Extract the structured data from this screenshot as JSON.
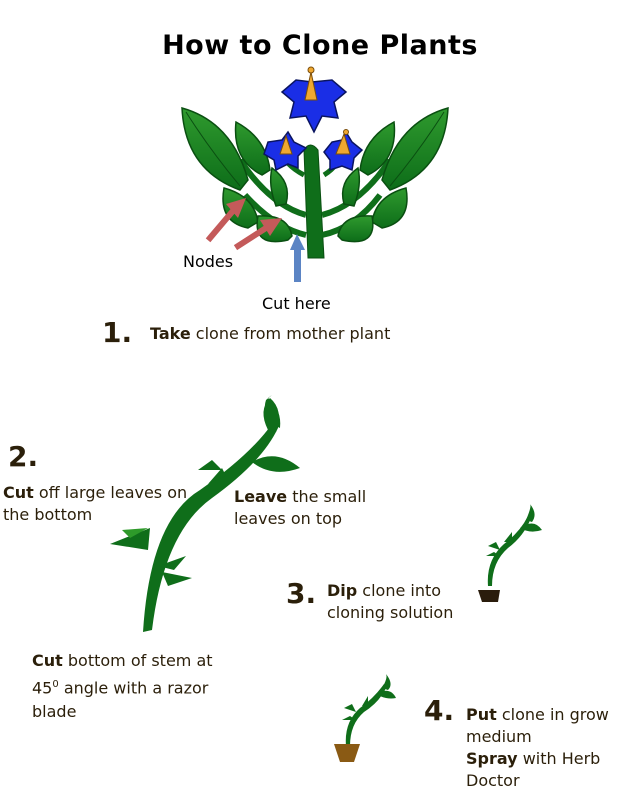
{
  "title": "How to Clone Plants",
  "labels": {
    "nodes": "Nodes",
    "cut_here": "Cut here"
  },
  "steps": [
    {
      "number": "1.",
      "bold": "Take",
      "text": " clone from mother plant"
    },
    {
      "number": "2.",
      "bold": "Cut",
      "text": " off large leaves on the bottom"
    },
    {
      "number": "3.",
      "bold": "Dip",
      "text": " clone into cloning solution"
    },
    {
      "number": "4.",
      "bold": "Put",
      "text": " clone in grow medium",
      "bold2": "Spray",
      "text2": " with Herb Doctor"
    }
  ],
  "notes": {
    "leave_bold": "Leave",
    "leave_text": " the small leaves on top",
    "cut_stem_bold": "Cut",
    "cut_stem_text": " bottom of stem at 45",
    "cut_stem_sup": "0",
    "cut_stem_text2": " angle with a razor blade"
  },
  "colors": {
    "leaf_green": "#0f6e1a",
    "leaf_light": "#2e9a2a",
    "flower_blue": "#1a2ee6",
    "flower_center": "#f0a830",
    "arrow_red": "#c45a5a",
    "arrow_blue": "#5b84c4",
    "pot_dark": "#2a1c0c",
    "pot_brown": "#8a5a14"
  }
}
